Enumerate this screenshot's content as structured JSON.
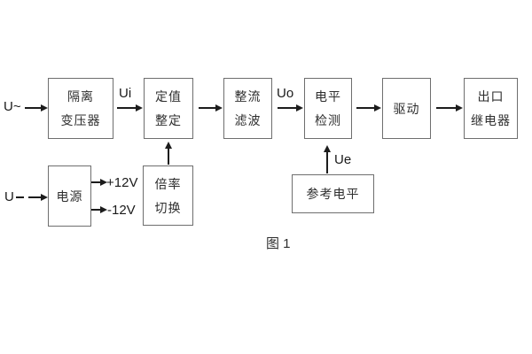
{
  "figure": {
    "caption": "图 1"
  },
  "inputs": {
    "ac_label": "U~",
    "dc_label": "U"
  },
  "signal_labels": {
    "ui": "Ui",
    "uo": "Uo",
    "ue": "Ue"
  },
  "power_rails": {
    "positive": "+12V",
    "negative": "-12V"
  },
  "blocks": {
    "isolation_transformer": {
      "line1": "隔离",
      "line2": "变压器"
    },
    "value_setting": {
      "line1": "定值",
      "line2": "整定"
    },
    "rectify_filter": {
      "line1": "整流",
      "line2": "滤波"
    },
    "level_detect": {
      "line1": "电平",
      "line2": "检测"
    },
    "drive": {
      "label": "驱动"
    },
    "output_relay": {
      "line1": "出口",
      "line2": "继电器"
    },
    "power_supply": {
      "label": "电源"
    },
    "ratio_switch": {
      "line1": "倍率",
      "line2": "切换"
    },
    "reference_level": {
      "label": "参考电平"
    }
  },
  "colors": {
    "background": "#ffffff",
    "box_border": "#6e6e6e",
    "text": "#2e2e2e",
    "line": "#1c1c1c"
  }
}
